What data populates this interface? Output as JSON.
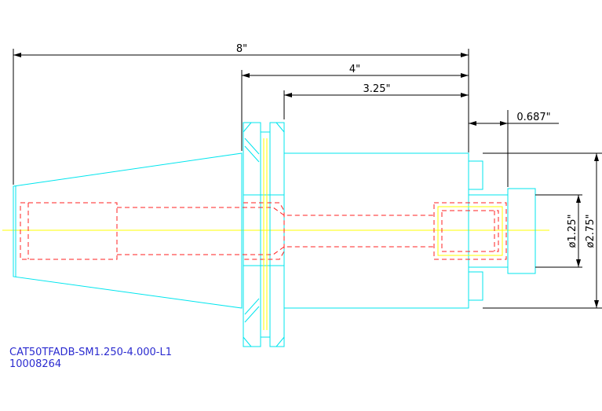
{
  "colors": {
    "body": "#00e5ee",
    "hidden": "#ff2020",
    "center": "#ffff00",
    "dimension": "#000000",
    "label": "#2b2bd0"
  },
  "dimensions": {
    "overall_length": "8\"",
    "flange_to_end": "4\"",
    "body_length": "3.25\"",
    "bore_depth": "0.687\"",
    "bore_diameter": "ø1.25\"",
    "body_diameter": "ø2.75\""
  },
  "part": {
    "model": "CAT50TFADB-SM1.250-4.000-L1",
    "number": "10008264"
  }
}
